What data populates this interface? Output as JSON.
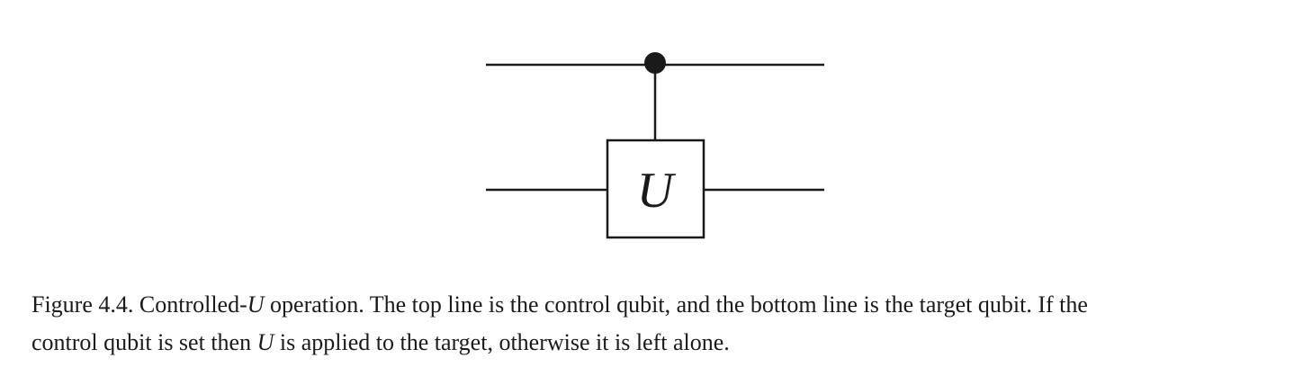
{
  "diagram": {
    "gate_label": "U"
  },
  "caption": {
    "line1_prefix": "Figure 4.4. Controlled-",
    "line1_math": "U",
    "line1_suffix": " operation. The top line is the control qubit, and the bottom line is the target qubit. If the",
    "line2_prefix": "control qubit is set then ",
    "line2_math": "U",
    "line2_suffix": " is applied to the target, otherwise it is left alone."
  }
}
